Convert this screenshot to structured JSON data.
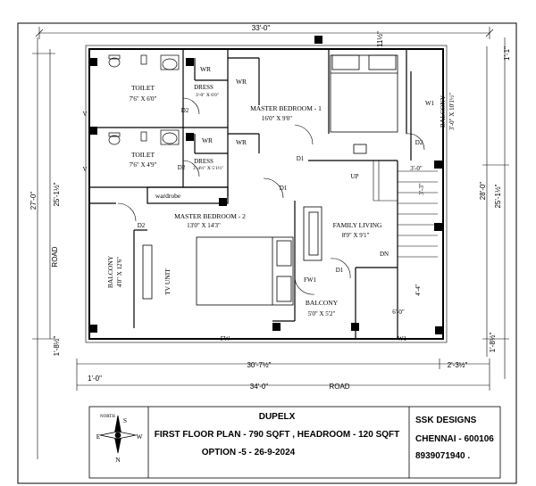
{
  "dimensions": {
    "top_width": "33'-0\"",
    "top_right_gap": "11½\"",
    "right_top_small": "1'-1\"",
    "left_depth": "27'-0\"",
    "left_inner": "25'-1½\"",
    "right_depth": "28'-0\"",
    "right_inner": "25'-1½\"",
    "bottom_left_small": "1'-8½\"",
    "bottom_right_small": "1'-8½\"",
    "bottom_inner": "30'-7½\"",
    "bottom_right_seg": "2'-3½\"",
    "bottom_left_seg": "1'-0\"",
    "bottom_total": "34'-0\"",
    "stair_w": "3'-0\"",
    "stair_h": "3'-3\"",
    "balcony_h": "4'-4\"",
    "balcony_w": "6'-0\""
  },
  "rooms": {
    "toilet1_name": "TOILET",
    "toilet1_size": "7'6\" X 6'0\"",
    "toilet2_name": "TOILET",
    "toilet2_size": "7'6\" X 4'9\"",
    "wr1": "WR",
    "wr2": "WR",
    "wr3": "WR",
    "wr4": "WR",
    "dress1_name": "DRESS",
    "dress1_size": "3'-0\" X 6'0\"",
    "dress2_name": "DRESS",
    "dress2_size": "3'-4½\" X 5'1½\"",
    "master1_name": "MASTER BEDROOM - 1",
    "master1_size": "16'0\" X 9'0\"",
    "master2_name": "MASTER BEDROOM - 2",
    "master2_size": "13'0\" X 14'3\"",
    "balcony_right_name": "BALCONY",
    "balcony_right_size": "3'-0\" X 10'1½\"",
    "balcony_left_name": "BALCONY",
    "balcony_left_size": "4'0\" X 12'6\"",
    "family_name": "FAMILY LIVING",
    "family_size": "8'9\" X 9'1\"",
    "balcony_bottom_name": "BALCONY",
    "balcony_bottom_size": "5'0\" X 5'2\"",
    "wardrobe": "wardrobe",
    "tv_unit": "TV UNIT"
  },
  "openings": {
    "d2_a": "D2",
    "d2_b": "D2",
    "d2_c": "D2",
    "d2_d": "D2",
    "d1_a": "D1",
    "d1_b": "D1",
    "d1_c": "D1",
    "w1_a": "W1",
    "w1_b": "W1",
    "v_a": "V",
    "v_b": "V",
    "fw": "FW",
    "fw1": "FW1",
    "up": "UP",
    "dn": "DN"
  },
  "roads": {
    "left": "ROAD",
    "bottom": "ROAD"
  },
  "compass": {
    "north": "NORTH",
    "n": "N",
    "e": "E",
    "s": "S",
    "w": "W"
  },
  "title_block": {
    "line1": "DUPELX",
    "line2": "FIRST  FLOOR PLAN - 790 SQFT  , HEADROOM - 120 SQFT",
    "line3": "OPTION -5 - 26-9-2024",
    "company": "SSK DESIGNS",
    "city": "CHENNAI - 600106",
    "phone": "8939071940 ."
  }
}
